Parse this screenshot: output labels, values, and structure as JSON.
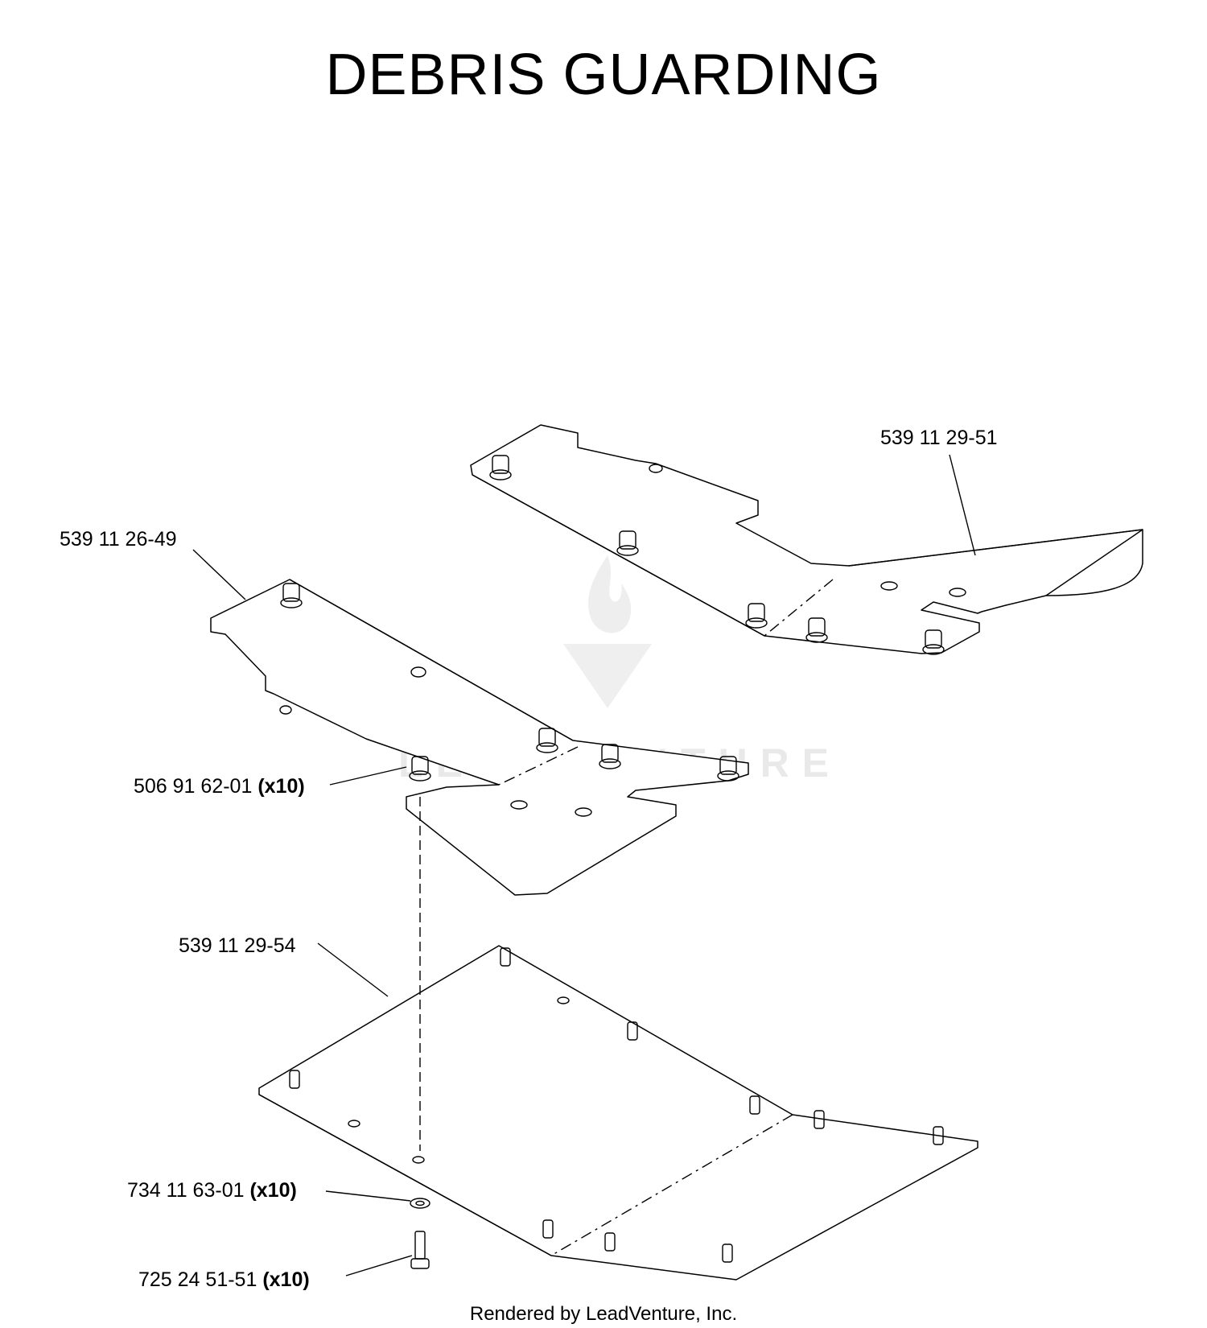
{
  "title": "DEBRIS GUARDING",
  "footer": "Rendered by LeadVenture, Inc.",
  "watermark": "LEADVENTURE",
  "parts": [
    {
      "part_number": "539 11 29-51",
      "qty": ""
    },
    {
      "part_number": "539 11 26-49",
      "qty": ""
    },
    {
      "part_number": "506 91 62-01",
      "qty": "(x10)"
    },
    {
      "part_number": "539 11 29-54",
      "qty": ""
    },
    {
      "part_number": "734 11 63-01",
      "qty": "(x10)"
    },
    {
      "part_number": "725 24 51-51",
      "qty": "(x10)"
    }
  ]
}
